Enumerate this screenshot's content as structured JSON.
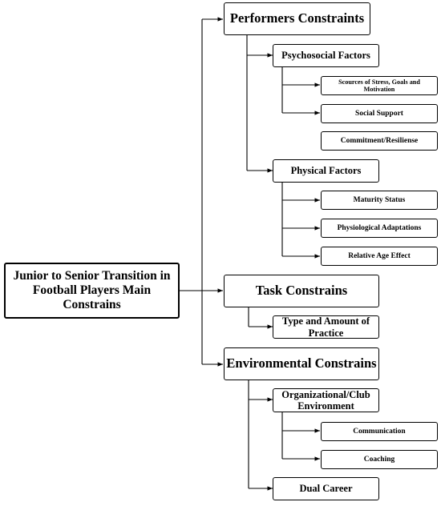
{
  "root": {
    "label": "Junior to Senior Transition in Football Players Main Constrains"
  },
  "performers": {
    "label": "Performers Constraints",
    "psychosocial": {
      "label": "Psychosocial Factors",
      "items": [
        "Scources of Stress, Goals and Motivation",
        "Social Support",
        "Commitment/Resiliense"
      ]
    },
    "physical": {
      "label": "Physical Factors",
      "items": [
        "Maturity Status",
        "Physiological Adaptations",
        "Relative Age Effect"
      ]
    }
  },
  "task": {
    "label": "Task Constrains",
    "practice": {
      "label": "Type and Amount of Practice"
    }
  },
  "environmental": {
    "label": "Environmental Constrains",
    "organizational": {
      "label": "Organizational/Club Environment",
      "items": [
        "Communication",
        "Coaching"
      ]
    },
    "dual_career": {
      "label": "Dual Career"
    }
  }
}
